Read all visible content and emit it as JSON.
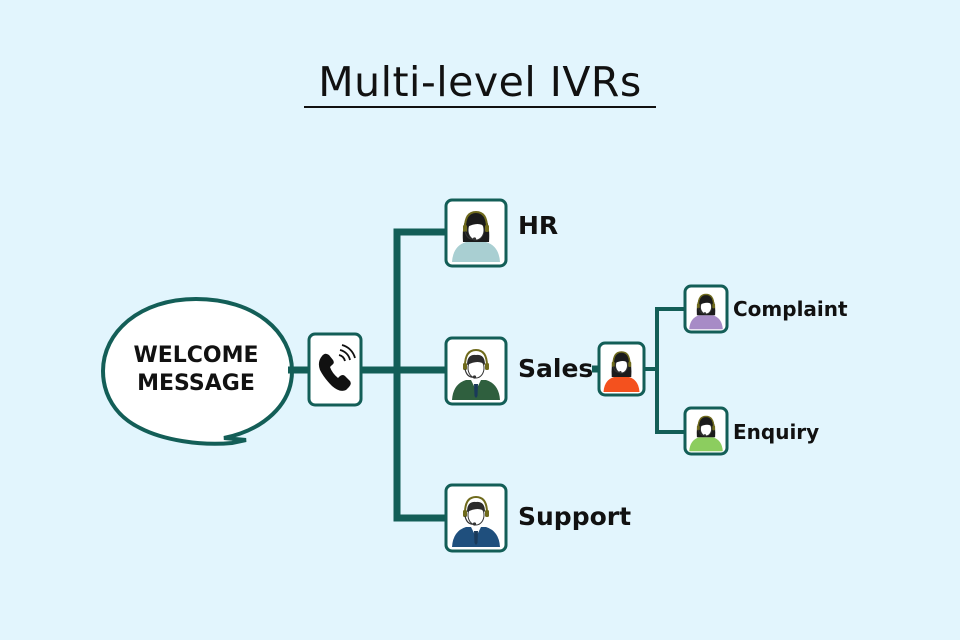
{
  "diagram": {
    "title": "Multi-level IVRs",
    "welcome": {
      "line1": "WELCOME",
      "line2": "MESSAGE"
    },
    "level1": [
      {
        "label": "HR",
        "icon": "agent-woman-icon"
      },
      {
        "label": "Sales",
        "icon": "agent-man-icon"
      },
      {
        "label": "Support",
        "icon": "agent-man-icon"
      }
    ],
    "level2": [
      {
        "label": "Complaint",
        "icon": "agent-woman-icon"
      },
      {
        "label": "Enquiry",
        "icon": "agent-woman-icon"
      }
    ],
    "icons": {
      "phone": "phone-ringing-icon",
      "sales_sub": "agent-woman-icon"
    },
    "colors": {
      "background": "#e2f5fd",
      "connector": "#135e57",
      "box_border": "#135e57",
      "hr_shirt": "#a9cfd2",
      "sales_shirt": "#2f5f3e",
      "support_shirt": "#1f4f7d",
      "sales_sub_shirt": "#f4511e",
      "complaint_shirt": "#a78bc6",
      "enquiry_shirt": "#8ccd5f"
    }
  }
}
